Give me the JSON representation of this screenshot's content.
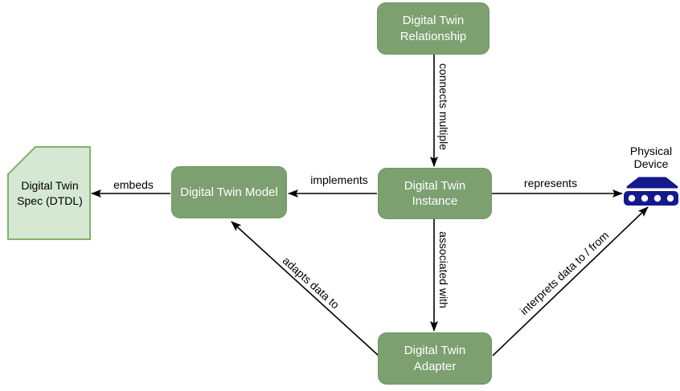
{
  "diagram": {
    "nodes": {
      "relationship": {
        "label": "Digital Twin Relationship"
      },
      "instance": {
        "label": "Digital Twin Instance"
      },
      "model": {
        "label": "Digital Twin Model"
      },
      "adapter": {
        "label": "Digital Twin Adapter"
      },
      "spec": {
        "label": "Digital Twin Spec (DTDL)"
      },
      "device": {
        "label": "Physical Device",
        "icon": "router-device-icon"
      }
    },
    "edges": {
      "connects_multiple": {
        "label": "connects multiple",
        "from": "relationship",
        "to": "instance"
      },
      "implements": {
        "label": "implements",
        "from": "instance",
        "to": "model"
      },
      "embeds": {
        "label": "embeds",
        "from": "model",
        "to": "spec"
      },
      "represents": {
        "label": "represents",
        "from": "instance",
        "to": "device"
      },
      "associated_with": {
        "label": "associated with",
        "from": "instance",
        "to": "adapter"
      },
      "adapts_data_to": {
        "label": "adapts data to",
        "from": "adapter",
        "to": "model"
      },
      "interprets_data": {
        "label": "interprets data to / from",
        "from": "adapter",
        "to": "device"
      }
    }
  },
  "colors": {
    "background": "#ffffff",
    "node_fill": "#7da071",
    "node_border": "#6e9660",
    "node_text": "#ffffff",
    "spec_fill": "#d5e8d4",
    "spec_border": "#82b366",
    "spec_text": "#000000",
    "device_fill": "#141a8c",
    "edge_color": "#000000",
    "label_color": "#000000"
  }
}
